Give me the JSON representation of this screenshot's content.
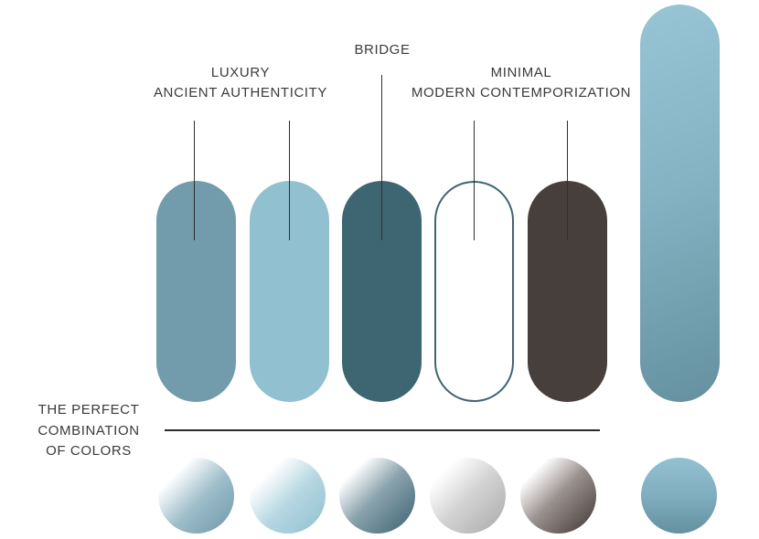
{
  "labels": {
    "luxury": {
      "line1": "LUXURY",
      "line2": "ANCIENT AUTHENTICITY"
    },
    "bridge": {
      "line1": "BRIDGE"
    },
    "minimal": {
      "line1": "MINIMAL",
      "line2": "MODERN CONTEMPORIZATION"
    }
  },
  "side_label": {
    "line1": "THE PERFECT",
    "line2": "COMBINATION",
    "line3": "OF COLORS"
  },
  "colors": {
    "swatch_1": "#729bab",
    "swatch_2": "#91c0d0",
    "swatch_3": "#3d6572",
    "swatch_4_outline": "#3d6572",
    "swatch_5": "#473f3c",
    "gradient_top": "#94c2d2",
    "gradient_bottom": "#66909f"
  }
}
